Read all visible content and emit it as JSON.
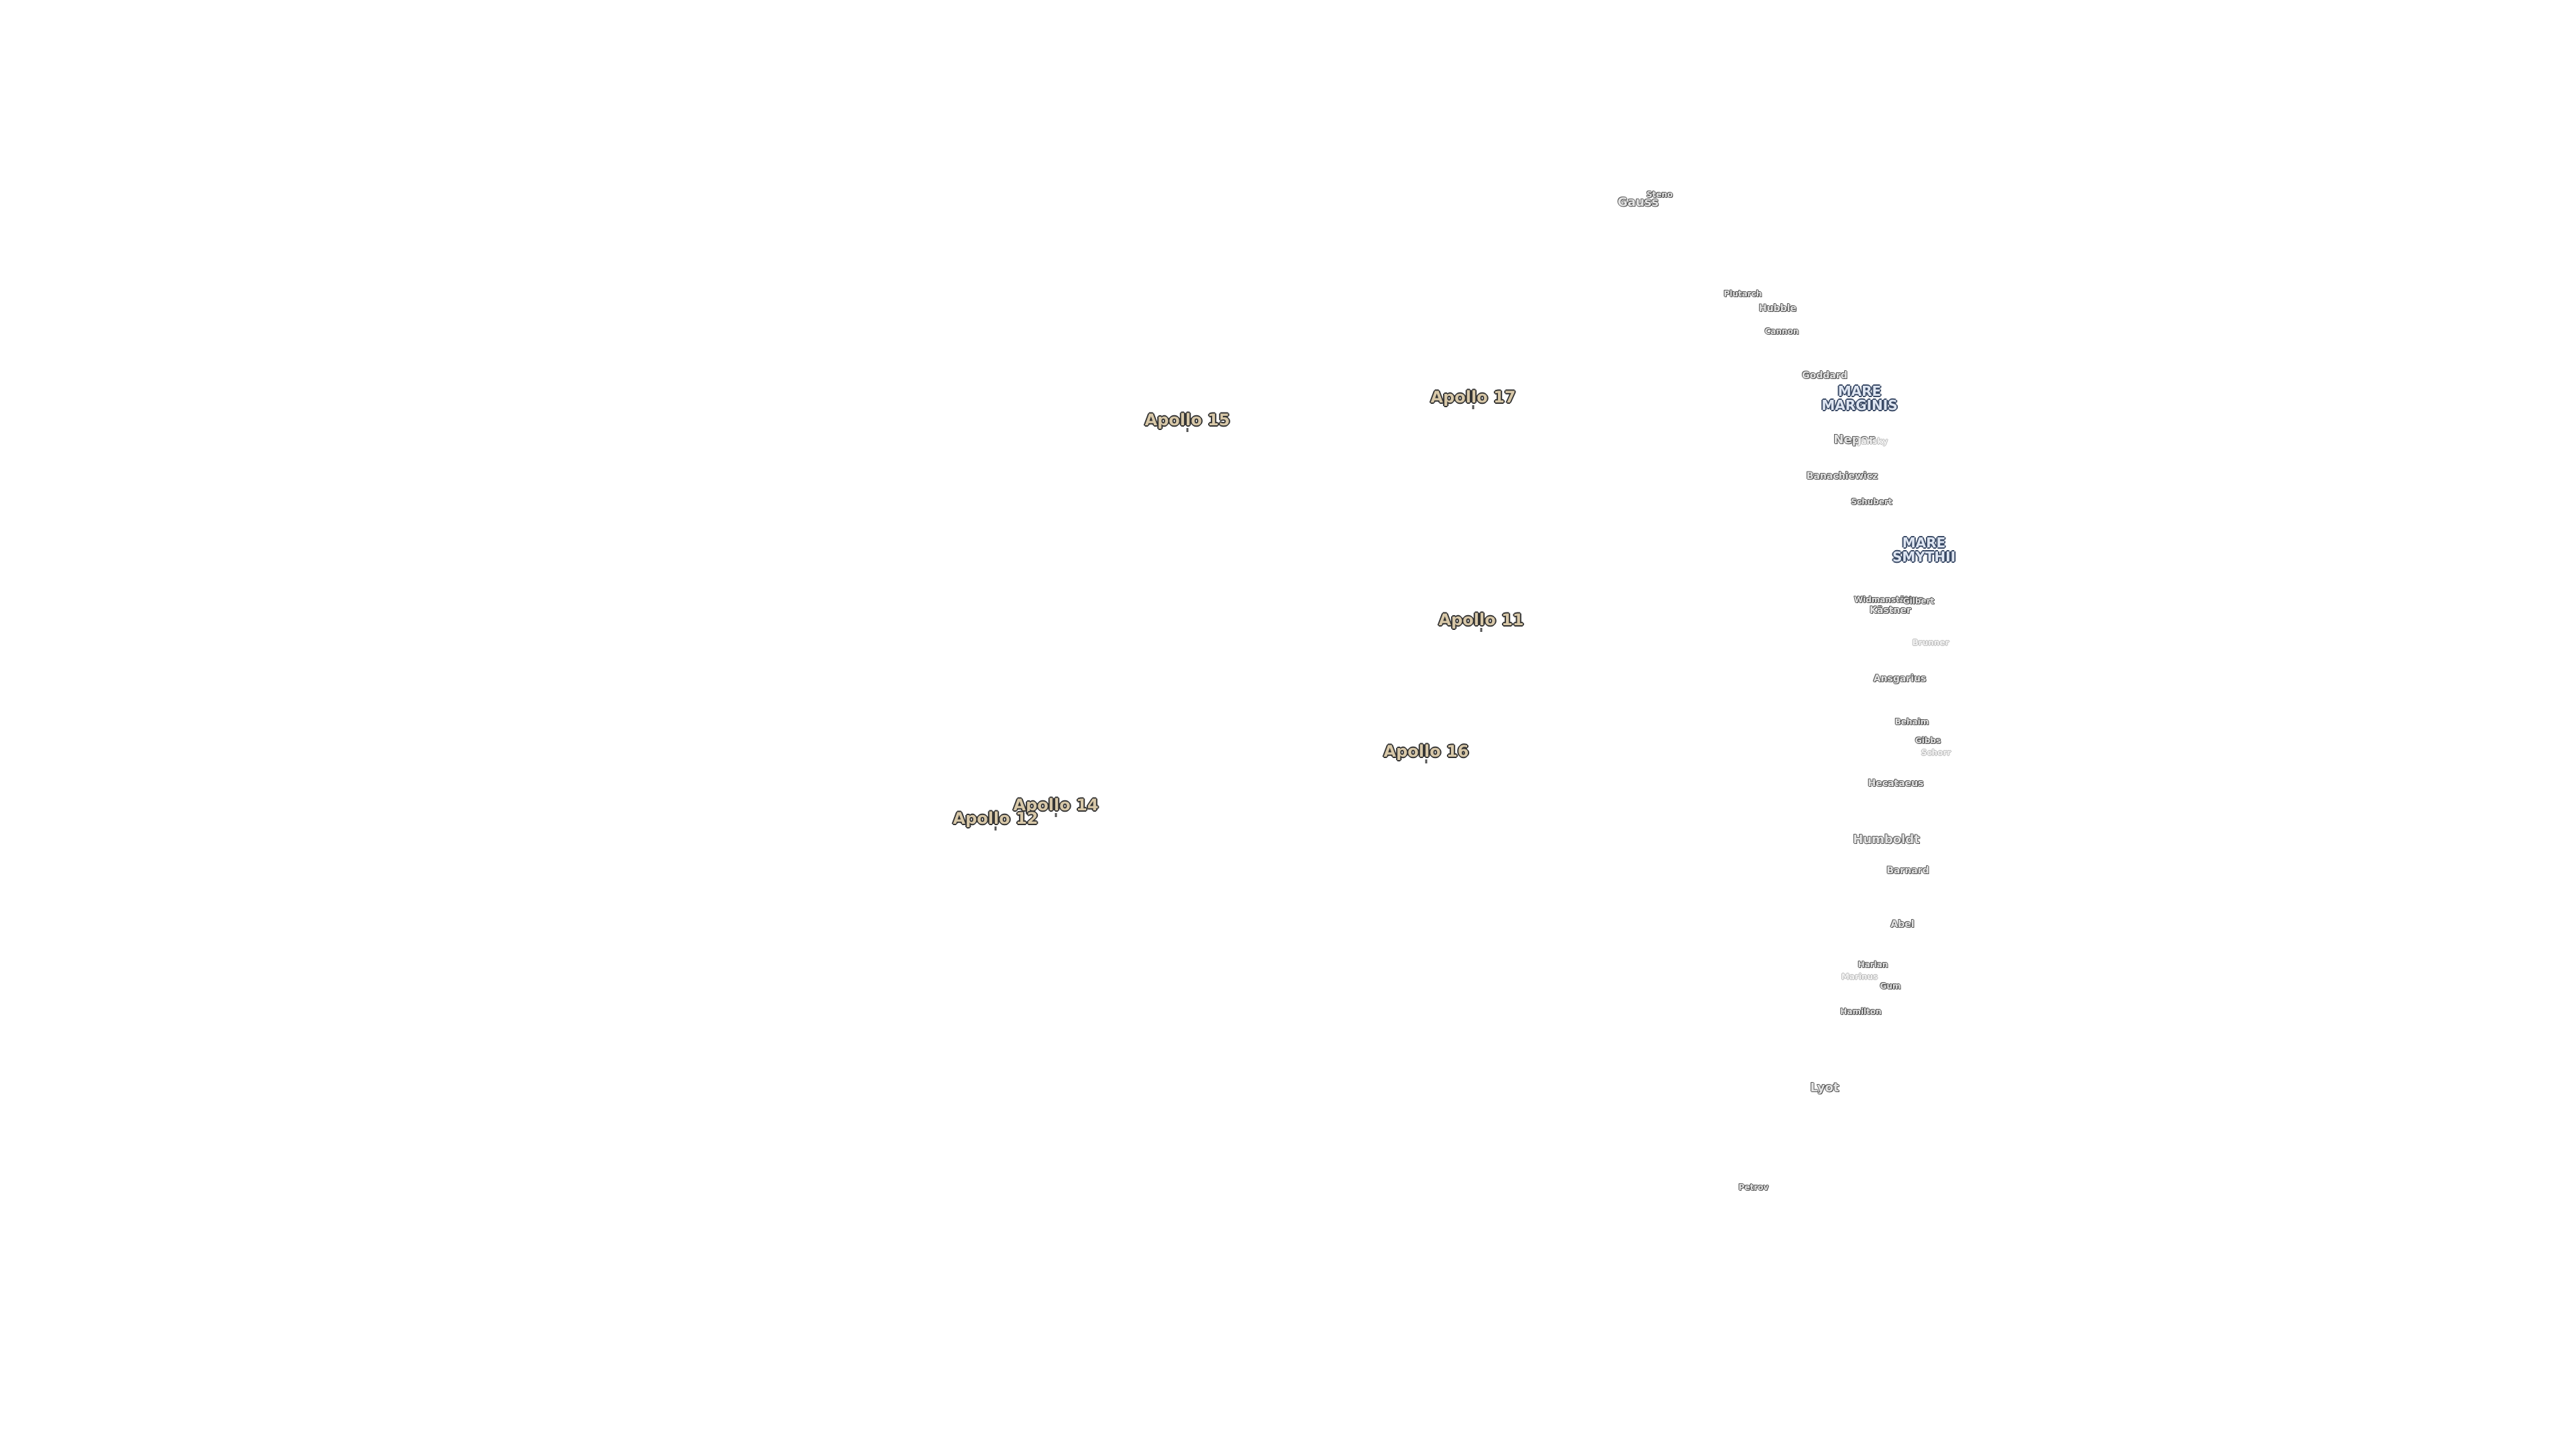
{
  "apollo_sites": [
    {
      "id": "apollo-11",
      "label": "Apollo 11"
    },
    {
      "id": "apollo-12",
      "label": "Apollo 12"
    },
    {
      "id": "apollo-14",
      "label": "Apollo 14"
    },
    {
      "id": "apollo-15",
      "label": "Apollo 15"
    },
    {
      "id": "apollo-16",
      "label": "Apollo 16"
    },
    {
      "id": "apollo-17",
      "label": "Apollo 17"
    }
  ],
  "maria": [
    {
      "id": "mare-marginis",
      "line1": "MARE",
      "line2": "MARGINIS"
    },
    {
      "id": "mare-smythii",
      "line1": "MARE",
      "line2": "SMYTHII"
    }
  ],
  "craters": [
    {
      "id": "gauss",
      "label": "Gauss"
    },
    {
      "id": "steno",
      "label": "Steno"
    },
    {
      "id": "plutarch",
      "label": "Plutarch"
    },
    {
      "id": "hubble",
      "label": "Hubble"
    },
    {
      "id": "cannon",
      "label": "Cannon"
    },
    {
      "id": "goddard",
      "label": "Goddard"
    },
    {
      "id": "neper",
      "label": "Neper"
    },
    {
      "id": "jansky",
      "label": "Jansky"
    },
    {
      "id": "banachiewicz",
      "label": "Banachiewicz"
    },
    {
      "id": "schubert",
      "label": "Schubert"
    },
    {
      "id": "widmannstatten",
      "label": "Widmanstätten"
    },
    {
      "id": "kastner",
      "label": "Kästner"
    },
    {
      "id": "gilbert",
      "label": "Gilbert"
    },
    {
      "id": "brunner",
      "label": "Brunner"
    },
    {
      "id": "ansgarius",
      "label": "Ansgarius"
    },
    {
      "id": "behaim",
      "label": "Behaim"
    },
    {
      "id": "gibbs",
      "label": "Gibbs"
    },
    {
      "id": "schorr",
      "label": "Schorr"
    },
    {
      "id": "hecataeus",
      "label": "Hecataeus"
    },
    {
      "id": "humboldt",
      "label": "Humboldt"
    },
    {
      "id": "barnard",
      "label": "Barnard"
    },
    {
      "id": "abel",
      "label": "Abel"
    },
    {
      "id": "harlan",
      "label": "Harlan"
    },
    {
      "id": "marinus",
      "label": "Marinus"
    },
    {
      "id": "gum",
      "label": "Gum"
    },
    {
      "id": "hamilton",
      "label": "Hamilton"
    },
    {
      "id": "lyot",
      "label": "Lyot"
    },
    {
      "id": "petrov",
      "label": "Petrov"
    }
  ]
}
